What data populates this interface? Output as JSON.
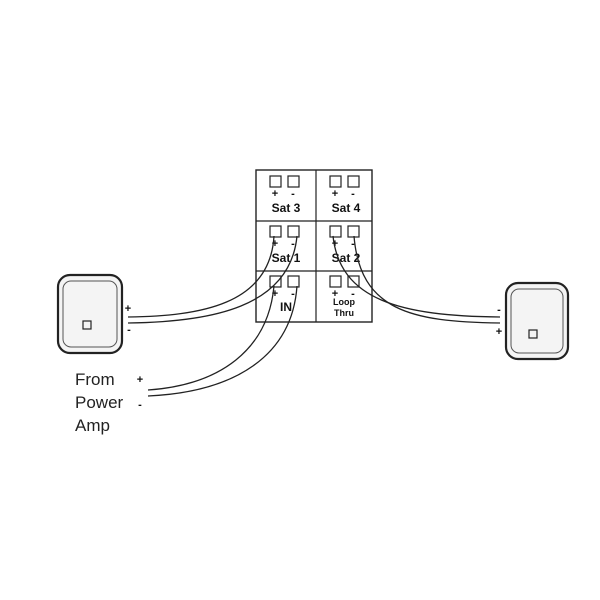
{
  "terminal_block": {
    "cells": [
      {
        "id": "sat3",
        "label": "Sat 3",
        "plus": "+",
        "minus": "-"
      },
      {
        "id": "sat4",
        "label": "Sat 4",
        "plus": "+",
        "minus": "-"
      },
      {
        "id": "sat1",
        "label": "Sat 1",
        "plus": "+",
        "minus": "-"
      },
      {
        "id": "sat2",
        "label": "Sat 2",
        "plus": "+",
        "minus": "-"
      },
      {
        "id": "in",
        "label": "IN",
        "plus": "+",
        "minus": "-"
      },
      {
        "id": "loop",
        "label_line1": "Loop",
        "label_line2": "Thru",
        "plus": "+",
        "minus": "-"
      }
    ]
  },
  "left_speaker": {
    "plus": "+",
    "minus": "-",
    "icon": "speaker-icon"
  },
  "right_speaker": {
    "minus": "-",
    "plus": "+",
    "icon": "speaker-icon"
  },
  "source": {
    "line1": "From",
    "line2": "Power",
    "line3": "Amp",
    "plus": "+",
    "minus": "-"
  },
  "colors": {
    "line": "#222222",
    "speaker_fill": "#f4f4f4"
  }
}
